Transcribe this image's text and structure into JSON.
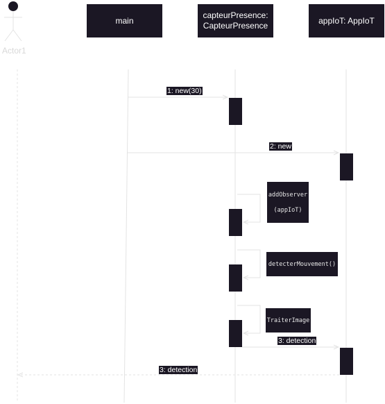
{
  "actor": {
    "label": "Actor1"
  },
  "lifelines": [
    {
      "id": "main",
      "label": "main"
    },
    {
      "id": "capteur",
      "label_line1": "capteurPresence:",
      "label_line2": "CapteurPresence"
    },
    {
      "id": "appiot",
      "label": "appIoT: AppIoT"
    }
  ],
  "messages": {
    "m1": "1: new(30)",
    "m2": "2: new",
    "m3": "3: detection",
    "m4": "3: detection"
  },
  "self_calls": {
    "add_observer_line1": "addObserver",
    "add_observer_line2": "(appIoT)",
    "detecter": "detecterMouvement()",
    "traiter": "TraiterImage"
  },
  "colors": {
    "box": "#1b1724",
    "line": "#e3e3e3",
    "text_light": "#ffffff"
  }
}
